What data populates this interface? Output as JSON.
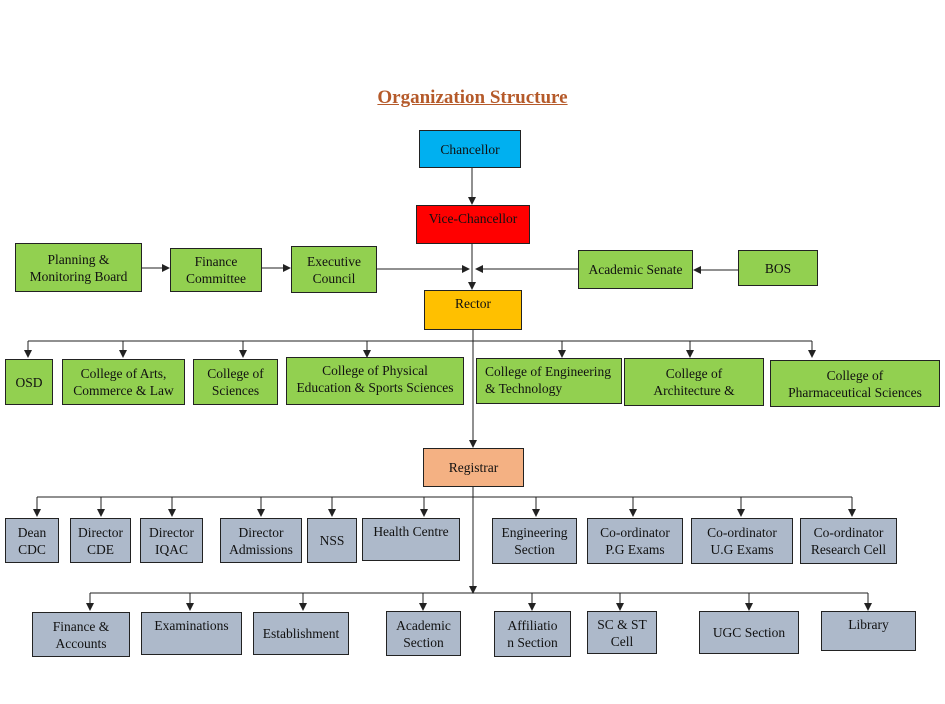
{
  "title": "Organization Structure",
  "colors": {
    "chancellor": "#00b0f0",
    "vice_chancellor": "#ff0000",
    "green": "#92d050",
    "rector": "#ffc000",
    "registrar": "#f4b183",
    "grey": "#adb9ca"
  },
  "nodes": {
    "chancellor": "Chancellor",
    "vice_chancellor": "Vice-Chancellor",
    "planning_board": "Planning &\nMonitoring Board",
    "finance_committee": "Finance\nCommittee",
    "executive_council": "Executive\nCouncil",
    "academic_senate": "Academic Senate",
    "bos": "BOS",
    "rector": "Rector",
    "osd": "OSD",
    "college_arts": "College of Arts,\nCommerce & Law",
    "college_sciences": "College of\nSciences",
    "college_physical": "College of Physical\nEducation & Sports Sciences",
    "college_engineering": "College of Engineering\n& Technology",
    "college_architecture": "College of\nArchitecture &",
    "college_pharma": "College of\nPharmaceutical Sciences",
    "registrar": "Registrar",
    "dean_cdc": "Dean\nCDC",
    "director_cde": "Director\nCDE",
    "director_iqac": "Director\nIQAC",
    "director_admissions": "Director\nAdmissions",
    "nss": "NSS",
    "health_centre": "Health Centre",
    "engineering_section": "Engineering\nSection",
    "coord_pg": "Co-ordinator\nP.G Exams",
    "coord_ug": "Co-ordinator\nU.G Exams",
    "coord_research": "Co-ordinator\nResearch Cell",
    "finance_accounts": "Finance &\nAccounts",
    "examinations": "Examinations",
    "establishment": "Establishment",
    "academic_section": "Academic\nSection",
    "affiliation_section": "Affiliatio\nn Section",
    "sc_st_cell": "SC & ST\nCell",
    "ugc_section": "UGC Section",
    "library": "Library"
  }
}
